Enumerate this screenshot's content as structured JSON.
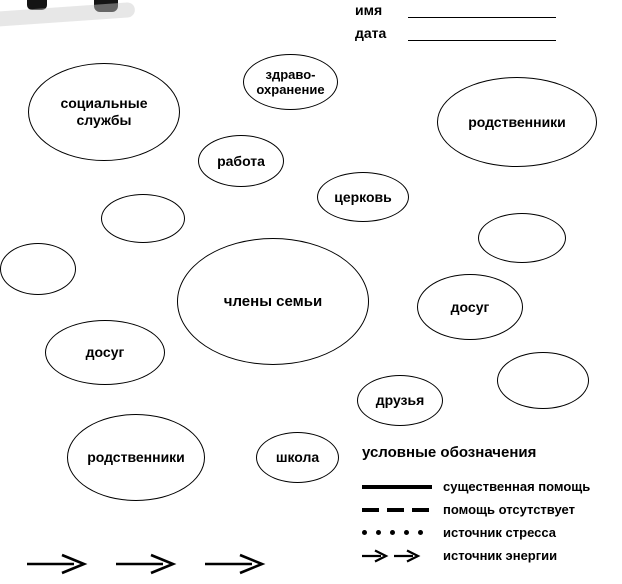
{
  "header": {
    "name_label": "имя",
    "date_label": "дата"
  },
  "ellipses": [
    {
      "name": "social-services",
      "label": "социальные\nслужбы"
    },
    {
      "name": "healthcare",
      "label": "здраво-\nохранение"
    },
    {
      "name": "relatives-top",
      "label": "родственники"
    },
    {
      "name": "work",
      "label": "работа"
    },
    {
      "name": "church",
      "label": "церковь"
    },
    {
      "name": "empty-1",
      "label": ""
    },
    {
      "name": "empty-2",
      "label": ""
    },
    {
      "name": "family-members",
      "label": "члены семьи"
    },
    {
      "name": "empty-3",
      "label": ""
    },
    {
      "name": "leisure-right",
      "label": "досуг"
    },
    {
      "name": "leisure-left",
      "label": "досуг"
    },
    {
      "name": "friends",
      "label": "друзья"
    },
    {
      "name": "empty-4",
      "label": ""
    },
    {
      "name": "relatives-bottom",
      "label": "родственники"
    },
    {
      "name": "school",
      "label": "школа"
    }
  ],
  "legend": {
    "title": "условные обозначения",
    "items": [
      {
        "symbol": "solid-line",
        "label": "существенная помощь"
      },
      {
        "symbol": "dashed-line",
        "label": "помощь отсутствует"
      },
      {
        "symbol": "dotted-line",
        "label": "источник стресса"
      },
      {
        "symbol": "double-arrow",
        "label": "источник энергии"
      }
    ]
  }
}
